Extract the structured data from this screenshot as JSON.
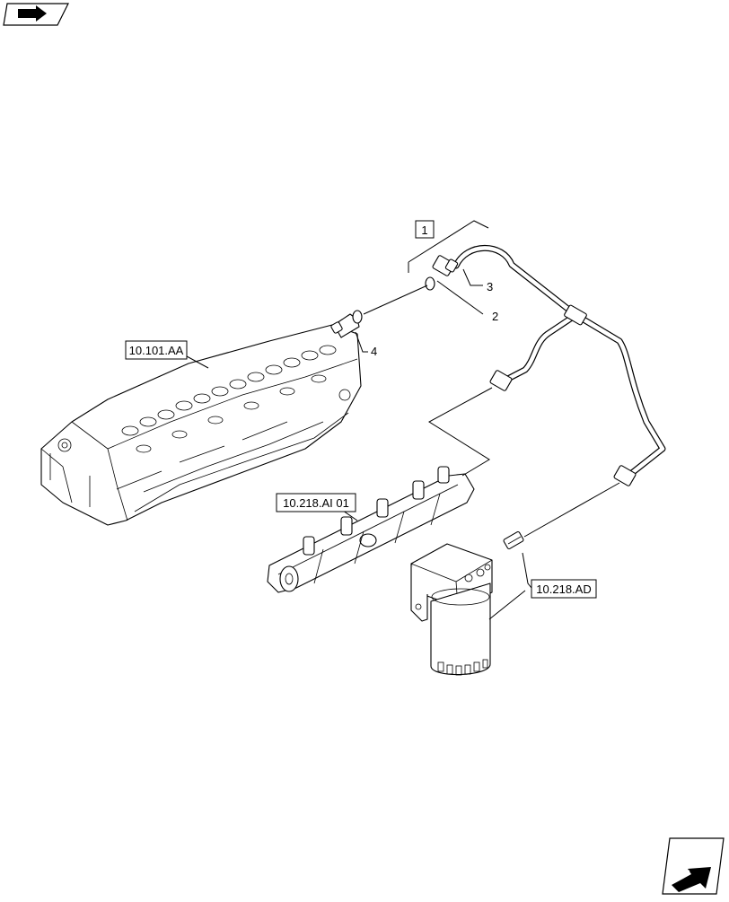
{
  "nav": {
    "prev_icon": "prev-page-arrow-icon",
    "next_icon": "next-page-arrow-icon"
  },
  "diagram": {
    "assembly_bracket_label": "1",
    "callouts": {
      "item_2": "2",
      "item_3": "3",
      "item_4": "4"
    },
    "references": {
      "cylinder_head": "10.101.AA",
      "fuel_rail": "10.218.AI 01",
      "fuel_filter": "10.218.AD"
    }
  },
  "colors": {
    "line": "#000000",
    "background": "#ffffff"
  }
}
